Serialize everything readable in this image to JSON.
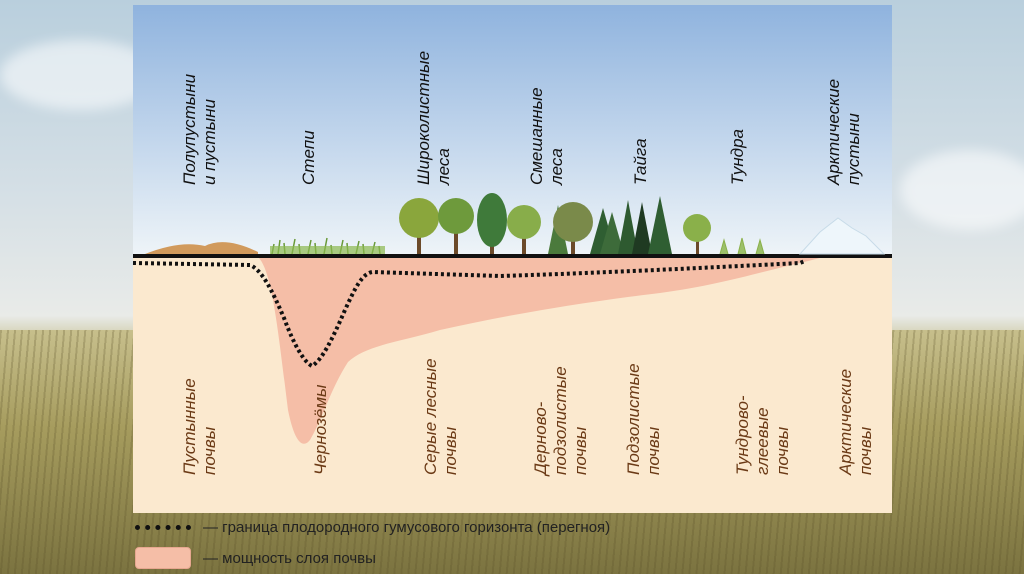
{
  "zones": [
    {
      "id": "semi-desert",
      "lines": [
        "Полупустыни",
        "и пустыни"
      ]
    },
    {
      "id": "steppe",
      "lines": [
        "Степи"
      ]
    },
    {
      "id": "broadleaf",
      "lines": [
        "Широколистные",
        "леса"
      ]
    },
    {
      "id": "mixed",
      "lines": [
        "Смешанные",
        "леса"
      ]
    },
    {
      "id": "taiga",
      "lines": [
        "Тайга"
      ]
    },
    {
      "id": "tundra",
      "lines": [
        "Тундра"
      ]
    },
    {
      "id": "arctic-desert",
      "lines": [
        "Арктические",
        "пустыни"
      ]
    }
  ],
  "soils": [
    {
      "id": "desert-soils",
      "lines": [
        "Пустынные",
        "почвы"
      ]
    },
    {
      "id": "chernozem",
      "lines": [
        "Чернозёмы"
      ]
    },
    {
      "id": "grey-forest",
      "lines": [
        "Серые лесные",
        "почвы"
      ]
    },
    {
      "id": "sod-podzolic",
      "lines": [
        "Дерново-",
        "подзолистые",
        "почвы"
      ]
    },
    {
      "id": "podzolic",
      "lines": [
        "Подзолистые",
        "почвы"
      ]
    },
    {
      "id": "tundra-gley",
      "lines": [
        "Тундрово-",
        "глеевые",
        "почвы"
      ]
    },
    {
      "id": "arctic-soils",
      "lines": [
        "Арктические",
        "почвы"
      ]
    }
  ],
  "legend": {
    "humus_boundary": "— граница плодородного гумусового горизонта (перегноя)",
    "soil_thickness": "— мощность слоя почвы"
  },
  "colors": {
    "sky_top": "#8fb3de",
    "sky_bottom": "#eef4f8",
    "soil_layer": "#f5bea7",
    "subsoil": "#fbe9cf",
    "zone_text": "#111111",
    "soil_text": "#6b3a16"
  }
}
